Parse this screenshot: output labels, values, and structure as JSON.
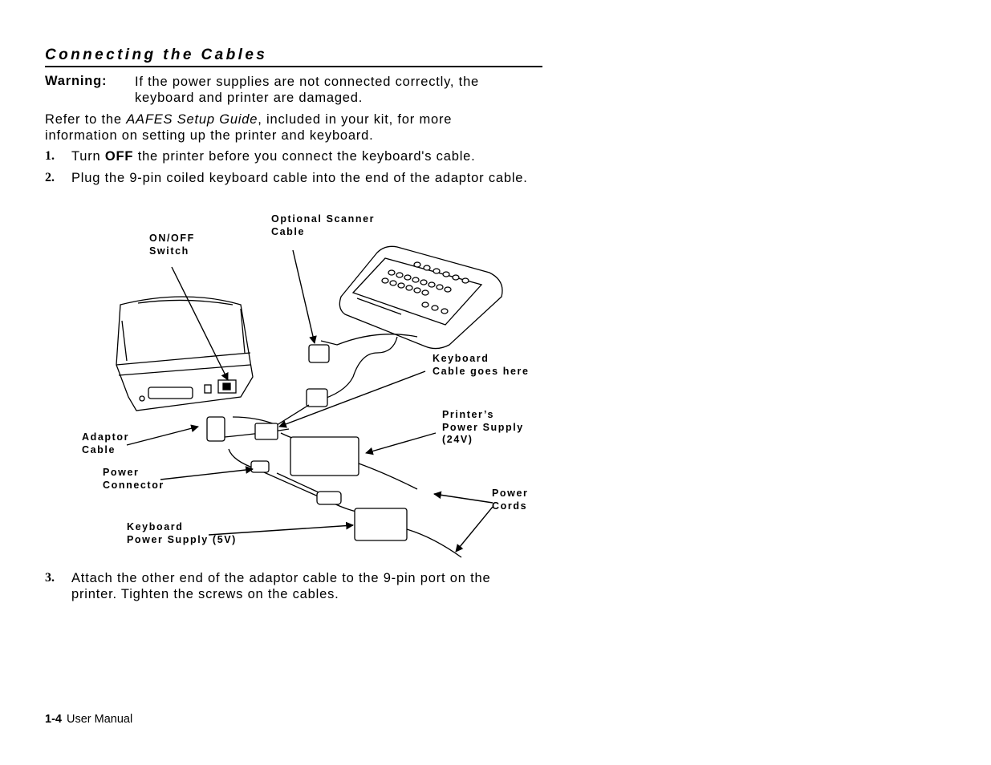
{
  "heading": "Connecting the Cables",
  "warning": {
    "label": "Warning:",
    "text": "If the power supplies are not connected correctly, the keyboard and printer are damaged."
  },
  "intro": {
    "before": "Refer to the ",
    "guide": "AAFES Setup Guide",
    "after": ", included in your kit, for more information on setting up the printer and keyboard."
  },
  "steps": [
    {
      "num": "1.",
      "before": "Turn ",
      "bold": "OFF",
      "after": " the printer before you connect the keyboard's cable."
    },
    {
      "num": "2.",
      "text": "Plug the 9-pin coiled keyboard cable into the end of the adaptor cable."
    },
    {
      "num": "3.",
      "text": "Attach the other end of the adaptor cable to the 9-pin port on the printer. Tighten the screws on the cables."
    }
  ],
  "figure": {
    "labels": {
      "optional_scanner_1": "Optional Scanner",
      "optional_scanner_2": "Cable",
      "on_off_1": "ON/OFF",
      "on_off_2": "Switch",
      "keyboard_cable_1": "Keyboard",
      "keyboard_cable_2": "Cable goes here",
      "printer_supply_1": "Printer’s",
      "printer_supply_2": "Power Supply",
      "printer_supply_3": "(24V)",
      "adaptor_1": "Adaptor",
      "adaptor_2": "Cable",
      "power_conn_1": "Power",
      "power_conn_2": "Connector",
      "power_cords_1": "Power",
      "power_cords_2": "Cords",
      "kb_supply_1": "Keyboard",
      "kb_supply_2": "Power Supply (5V)"
    }
  },
  "footer": {
    "page": "1-4",
    "title": "User Manual"
  }
}
